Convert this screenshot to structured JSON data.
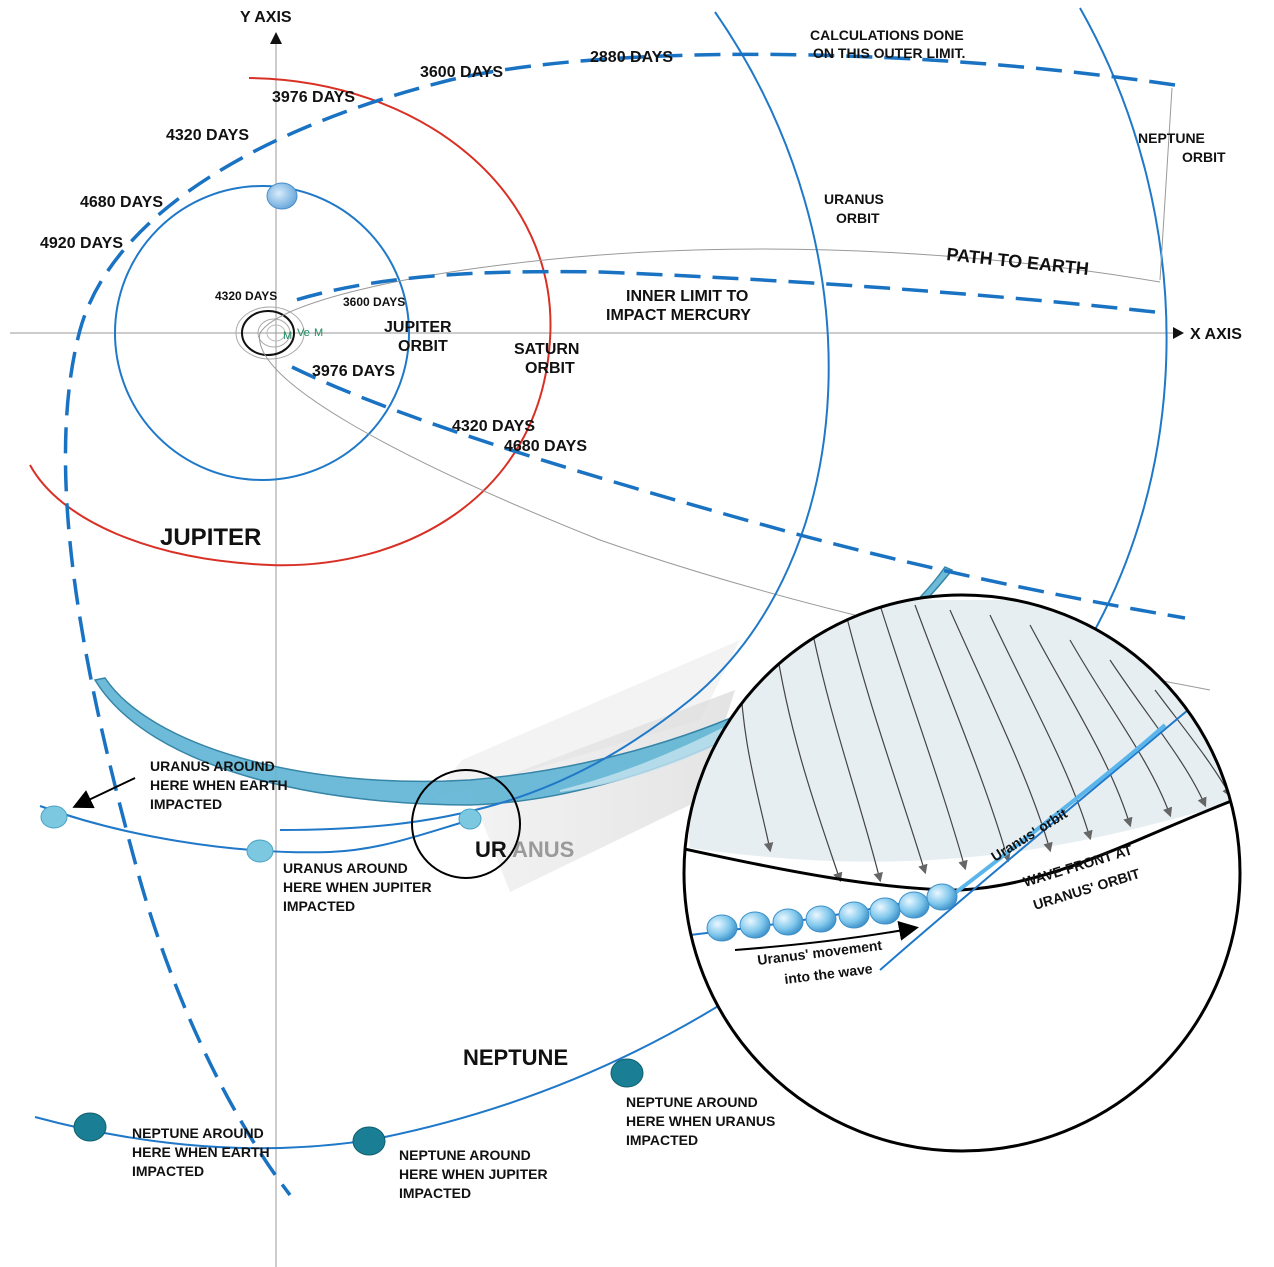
{
  "axes": {
    "y_label": "Y AXIS",
    "x_label": "X AXIS"
  },
  "labels": {
    "calc_note_1": "CALCULATIONS DONE",
    "calc_note_2": "ON THIS OUTER LIMIT.",
    "d2880": "2880 DAYS",
    "d3600_outer": "3600 DAYS",
    "d3976_outer": "3976 DAYS",
    "d4320_outer": "4320 DAYS",
    "d4680_outer": "4680 DAYS",
    "d4920": "4920 DAYS",
    "d4320_inner": "4320 DAYS",
    "d3600_inner": "3600 DAYS",
    "d3976_lower": "3976 DAYS",
    "d4320_lower": "4320 DAYS",
    "d4680_lower": "4680 DAYS",
    "neptune_orbit_1": "NEPTUNE",
    "neptune_orbit_2": "ORBIT",
    "uranus_orbit_1": "URANUS",
    "uranus_orbit_2": "ORBIT",
    "jupiter_orbit_1": "JUPITER",
    "jupiter_orbit_2": "ORBIT",
    "saturn_orbit_1": "SATURN",
    "saturn_orbit_2": "ORBIT",
    "path_to_earth": "PATH TO EARTH",
    "inner_limit_1": "INNER LIMIT TO",
    "inner_limit_2": "IMPACT MERCURY",
    "jupiter_big": "JUPITER",
    "uranus_big_a": "UR",
    "uranus_big_b": "ANUS",
    "neptune_big": "NEPTUNE",
    "planet_m1": "M",
    "planet_ve": "Ve",
    "planet_m2": "M",
    "uranus_earth_1": "URANUS AROUND",
    "uranus_earth_2": "HERE WHEN EARTH",
    "uranus_earth_3": "IMPACTED",
    "uranus_jupiter_1": "URANUS AROUND",
    "uranus_jupiter_2": "HERE WHEN JUPITER",
    "uranus_jupiter_3": "IMPACTED",
    "neptune_earth_1": "NEPTUNE AROUND",
    "neptune_earth_2": "HERE WHEN EARTH",
    "neptune_earth_3": "IMPACTED",
    "neptune_jupiter_1": "NEPTUNE AROUND",
    "neptune_jupiter_2": "HERE WHEN JUPITER",
    "neptune_jupiter_3": "IMPACTED",
    "neptune_uranus_1": "NEPTUNE AROUND",
    "neptune_uranus_2": "HERE WHEN URANUS",
    "neptune_uranus_3": "IMPACTED",
    "uranus_orbit_small": "Uranus' orbit",
    "wave_front_1": "WAVE FRONT AT",
    "wave_front_2": "URANUS' ORBIT",
    "movement_1": "Uranus' movement",
    "movement_2": "into the wave"
  },
  "colors": {
    "orbit_blue": "#1f78c8",
    "dash_blue": "#1a72c2",
    "saturn_red": "#d93025",
    "wave_fill": "#66b8d6",
    "uranus_ball": "#7cc8e0",
    "neptune_ball": "#1a7f94",
    "jupiter_ball": "#7fb6e6",
    "gray_text": "#9a9a9a",
    "inner_green": "#1a8a5a"
  }
}
